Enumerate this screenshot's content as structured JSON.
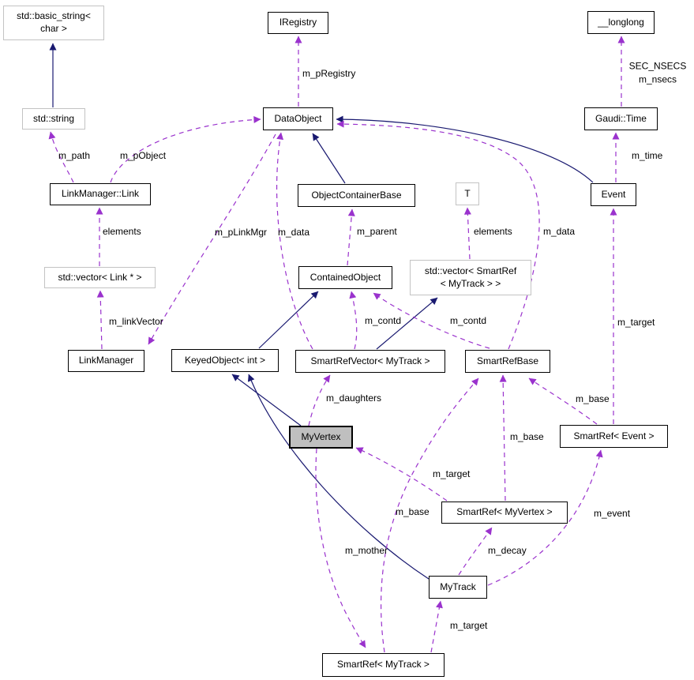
{
  "nodes": {
    "basic_string": {
      "label": "std::basic_string<\nchar >"
    },
    "std_string": {
      "label": "std::string"
    },
    "iregistry": {
      "label": "IRegistry"
    },
    "longlong": {
      "label": "__longlong"
    },
    "gaudi_time": {
      "label": "Gaudi::Time"
    },
    "dataobject": {
      "label": "DataObject"
    },
    "linkmanager_link": {
      "label": "LinkManager::Link"
    },
    "objectcontainerbase": {
      "label": "ObjectContainerBase"
    },
    "t_param": {
      "label": "T"
    },
    "event": {
      "label": "Event"
    },
    "vector_link": {
      "label": "std::vector< Link * >"
    },
    "containedobject": {
      "label": "ContainedObject"
    },
    "vector_smartref": {
      "label": "std::vector< SmartRef\n< MyTrack > >"
    },
    "linkmanager": {
      "label": "LinkManager"
    },
    "keyedobject": {
      "label": "KeyedObject< int >"
    },
    "smartrefvector": {
      "label": "SmartRefVector< MyTrack >"
    },
    "smartrefbase": {
      "label": "SmartRefBase"
    },
    "myvertex": {
      "label": "MyVertex"
    },
    "smartref_event": {
      "label": "SmartRef< Event >"
    },
    "smartref_myvertex": {
      "label": "SmartRef< MyVertex >"
    },
    "mytrack": {
      "label": "MyTrack"
    },
    "smartref_mytrack": {
      "label": "SmartRef< MyTrack >"
    }
  },
  "edge_labels": {
    "m_path": "m_path",
    "m_pObject": "m_pObject",
    "m_pRegistry": "m_pRegistry",
    "sec_nsecs_m_nsecs": "SEC_NSECS\nm_nsecs",
    "m_time": "m_time",
    "elements_link": "elements",
    "m_pLinkMgr": "m_pLinkMgr",
    "m_data_vector": "m_data",
    "m_parent": "m_parent",
    "elements_t": "elements",
    "m_data_base": "m_data",
    "m_linkVector": "m_linkVector",
    "m_contd_vector": "m_contd",
    "m_contd_base": "m_contd",
    "m_target_event": "m_target",
    "m_daughters": "m_daughters",
    "m_base_event": "m_base",
    "m_base_myvertex": "m_base",
    "m_target_myvertex": "m_target",
    "m_base_mytrack": "m_base",
    "m_mother": "m_mother",
    "m_decay": "m_decay",
    "m_event": "m_event",
    "m_target_mytrack": "m_target"
  },
  "relationships": {
    "inheritance": [
      {
        "from": "std::string",
        "to": "std::basic_string< char >"
      },
      {
        "from": "ObjectContainerBase",
        "to": "DataObject"
      },
      {
        "from": "Event",
        "to": "DataObject"
      },
      {
        "from": "KeyedObject< int >",
        "to": "ContainedObject"
      },
      {
        "from": "SmartRefVector< MyTrack >",
        "to": "std::vector< SmartRef< MyTrack > >"
      },
      {
        "from": "MyVertex",
        "to": "KeyedObject< int >"
      },
      {
        "from": "MyTrack",
        "to": "KeyedObject< int >"
      }
    ],
    "usage": [
      {
        "from": "LinkManager::Link",
        "to": "std::string",
        "label": "m_path"
      },
      {
        "from": "LinkManager::Link",
        "to": "DataObject",
        "label": "m_pObject"
      },
      {
        "from": "DataObject",
        "to": "IRegistry",
        "label": "m_pRegistry"
      },
      {
        "from": "Gaudi::Time",
        "to": "__longlong",
        "label": "SEC_NSECS m_nsecs"
      },
      {
        "from": "Event",
        "to": "Gaudi::Time",
        "label": "m_time"
      },
      {
        "from": "std::vector< Link * >",
        "to": "LinkManager::Link",
        "label": "elements"
      },
      {
        "from": "LinkManager",
        "to": "std::vector< Link * >",
        "label": "m_linkVector"
      },
      {
        "from": "DataObject",
        "to": "LinkManager",
        "label": "m_pLinkMgr"
      },
      {
        "from": "SmartRefVector< MyTrack >",
        "to": "DataObject",
        "label": "m_data"
      },
      {
        "from": "ContainedObject",
        "to": "ObjectContainerBase",
        "label": "m_parent"
      },
      {
        "from": "std::vector< SmartRef< MyTrack > >",
        "to": "T",
        "label": "elements"
      },
      {
        "from": "SmartRefBase",
        "to": "DataObject",
        "label": "m_data"
      },
      {
        "from": "SmartRefVector< MyTrack >",
        "to": "ContainedObject",
        "label": "m_contd"
      },
      {
        "from": "SmartRefBase",
        "to": "ContainedObject",
        "label": "m_contd"
      },
      {
        "from": "SmartRef< Event >",
        "to": "Event",
        "label": "m_target"
      },
      {
        "from": "MyVertex",
        "to": "SmartRefVector< MyTrack >",
        "label": "m_daughters"
      },
      {
        "from": "SmartRef< Event >",
        "to": "SmartRefBase",
        "label": "m_base"
      },
      {
        "from": "SmartRef< MyVertex >",
        "to": "SmartRefBase",
        "label": "m_base"
      },
      {
        "from": "SmartRef< MyTrack >",
        "to": "SmartRefBase",
        "label": "m_base"
      },
      {
        "from": "SmartRef< MyVertex >",
        "to": "MyVertex",
        "label": "m_target"
      },
      {
        "from": "MyVertex",
        "to": "SmartRef< MyTrack >",
        "label": "m_mother"
      },
      {
        "from": "MyTrack",
        "to": "SmartRef< MyVertex >",
        "label": "m_decay"
      },
      {
        "from": "MyTrack",
        "to": "SmartRef< Event >",
        "label": "m_event"
      },
      {
        "from": "SmartRef< MyTrack >",
        "to": "MyTrack",
        "label": "m_target"
      }
    ]
  },
  "colors": {
    "inheritance_edge": "#191970",
    "usage_edge": "#9a32cd",
    "focus_node_fill": "#bfbfbf",
    "node_border": "#000000",
    "external_node_border": "#c3c3c3",
    "background": "#ffffff"
  }
}
